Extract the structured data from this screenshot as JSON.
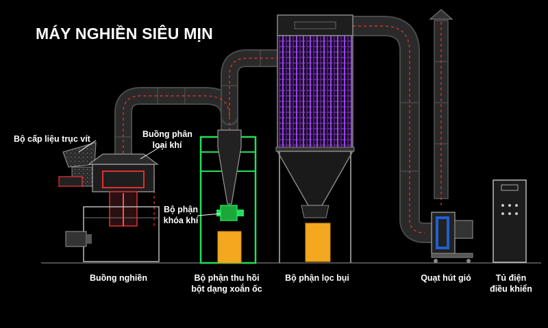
{
  "title": "MÁY NGHIỀN SIÊU MỊN",
  "labels": {
    "screw_feeder": "Bộ cấp liệu trục vít",
    "classifier_line1": "Buồng phân",
    "classifier_line2": "loại khí",
    "airlock_line1": "Bộ phận",
    "airlock_line2": "khóa khí",
    "grinding_chamber": "Buồng nghiền",
    "cyclone_line1": "Bộ phận thu hồi",
    "cyclone_line2": "bột dạng xoắn ốc",
    "dust_filter": "Bộ phận lọc bụi",
    "fan": "Quạt hút gió",
    "control_line1": "Tủ điện",
    "control_line2": "điều khiển"
  },
  "colors": {
    "background": "#000000",
    "pipe": "#3a3a3a",
    "frame_green": "#22e05a",
    "filter_purple": "#8a35d6",
    "bin_orange": "#f4a81f",
    "crusher_red": "#e03030",
    "airflow_dash": "#ff3030",
    "label_text": "#ffffff"
  }
}
